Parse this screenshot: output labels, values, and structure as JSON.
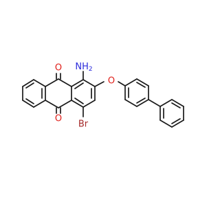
{
  "molecule": {
    "atoms": {
      "o_top": "O",
      "o_bottom": "O",
      "amine": "NH",
      "amine_sub": "2",
      "ether_o": "O",
      "bromine": "Br"
    },
    "colors": {
      "bond": "#1a1a1a",
      "oxygen": "#e0201b",
      "nitrogen": "#2a2adb",
      "bromine": "#a52a2a"
    }
  }
}
